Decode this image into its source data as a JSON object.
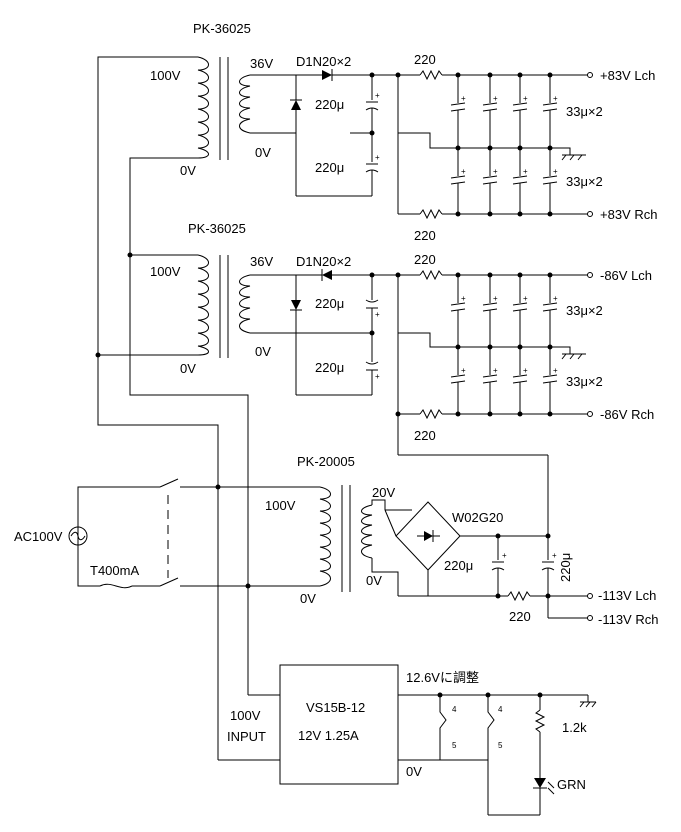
{
  "labels": {
    "t1_name": "PK-36025",
    "t1_pri": "100V",
    "t1_zero": "0V",
    "t1_sec": "36V",
    "t1_sec0": "0V",
    "diode1": "D1N20×2",
    "cap1a": "220μ",
    "cap1b": "220μ",
    "res1a": "220",
    "res1b": "220",
    "caps1a": "33μ×2",
    "caps1b": "33μ×2",
    "out1a": "+83V Lch",
    "out1b": "+83V Rch",
    "t2_name": "PK-36025",
    "t2_pri": "100V",
    "t2_zero": "0V",
    "t2_sec": "36V",
    "t2_sec0": "0V",
    "diode2": "D1N20×2",
    "cap2a": "220μ",
    "cap2b": "220μ",
    "res2a": "220",
    "res2b": "220",
    "caps2a": "33μ×2",
    "caps2b": "33μ×2",
    "out2a": "-86V Lch",
    "out2b": "-86V Rch",
    "t3_name": "PK-20005",
    "t3_pri": "100V",
    "t3_zero": "0V",
    "t3_sec": "20V",
    "t3_sec0": "0V",
    "bridge": "W02G20",
    "cap3a": "220μ",
    "cap3b": "220μ",
    "res3": "220",
    "out3a": "-113V Lch",
    "out3b": "-113V Rch",
    "ac": "AC100V",
    "fuse": "T400mA",
    "psu_model": "VS15B-12",
    "psu_spec": "12V 1.25A",
    "psu_in1": "100V",
    "psu_in2": "INPUT",
    "psu_adj": "12.6Vに調整",
    "psu_0v": "0V",
    "pin4a": "4",
    "pin5a": "5",
    "pin4b": "4",
    "pin5b": "5",
    "res_led": "1.2k",
    "led": "GRN"
  }
}
